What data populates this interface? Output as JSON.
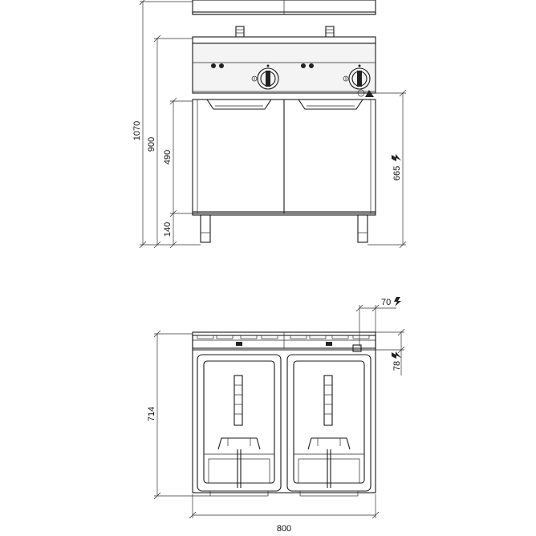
{
  "dimensions": {
    "overall_height": "1070",
    "worktop_height": "900",
    "cabinet_height": "490",
    "leg_height": "140",
    "electric_connection_height": "665",
    "electric_offset_x": "70",
    "electric_offset_y": "78",
    "depth": "714",
    "width": "800"
  },
  "icons": {
    "electric": "lightning-icon"
  },
  "colors": {
    "line": "#1a1a1a",
    "background": "#ffffff"
  }
}
